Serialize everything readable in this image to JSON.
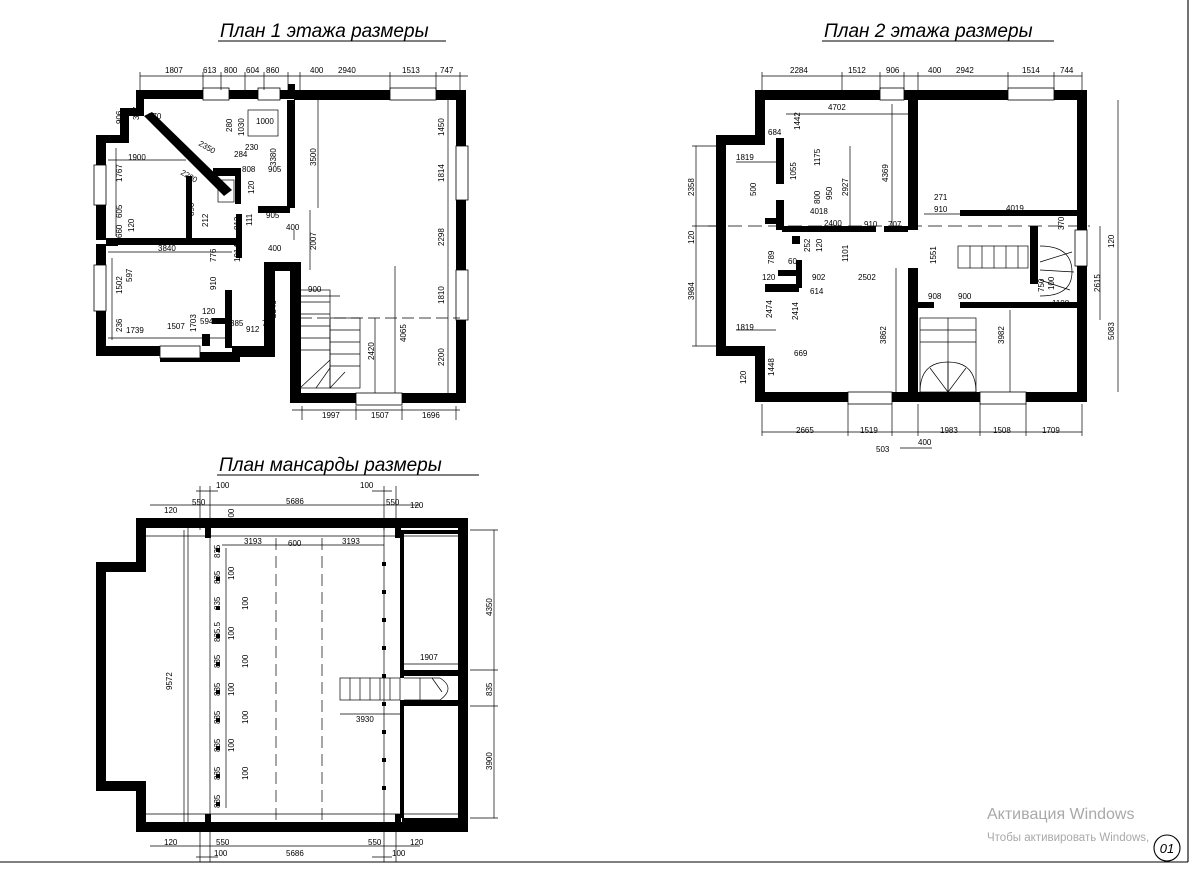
{
  "titles": {
    "plan1": "План 1 этажа размеры",
    "plan2": "План 2 этажа размеры",
    "attic": "План мансарды размеры"
  },
  "sheet_number": "01",
  "watermark": {
    "line1": "Активация Windows",
    "line2": "Чтобы активировать Windows,"
  },
  "dims": {
    "p1": [
      "1807",
      "613",
      "800",
      "604",
      "860",
      "400",
      "2940",
      "1513",
      "747",
      "906",
      "397",
      "870",
      "1000",
      "280",
      "1030",
      "230",
      "3380",
      "2350",
      "284",
      "1900",
      "1767",
      "2280",
      "808",
      "905",
      "120",
      "3500",
      "1450",
      "1814",
      "890",
      "212",
      "905",
      "400",
      "2007",
      "2298",
      "660",
      "605",
      "120",
      "3840",
      "1014",
      "812",
      "111",
      "400",
      "597",
      "1502",
      "910",
      "776",
      "900",
      "2543",
      "1810",
      "4065",
      "2420",
      "1703",
      "120",
      "594",
      "236",
      "1739",
      "1507",
      "385",
      "912",
      "700",
      "2200",
      "1997",
      "1507",
      "1696"
    ],
    "p2": [
      "2284",
      "1512",
      "906",
      "400",
      "2942",
      "1514",
      "744",
      "4702",
      "684",
      "1442",
      "4369",
      "1819",
      "1175",
      "950",
      "1055",
      "2927",
      "500",
      "800",
      "4018",
      "2358",
      "120",
      "271",
      "910",
      "4019",
      "370",
      "2400",
      "910",
      "707",
      "252",
      "120",
      "1101",
      "1551",
      "120",
      "3984",
      "789",
      "902",
      "614",
      "2502",
      "60",
      "120",
      "2615",
      "750",
      "100",
      "1108",
      "2474",
      "2414",
      "3862",
      "908",
      "900",
      "5083",
      "1819",
      "3982",
      "669",
      "1448",
      "120",
      "2665",
      "1519",
      "1983",
      "1508",
      "1709",
      "503",
      "400"
    ],
    "att": [
      "100",
      "100",
      "550",
      "5686",
      "550",
      "120",
      "120",
      "3193",
      "600",
      "3193",
      "100",
      "100",
      "100",
      "835",
      "835",
      "835",
      "835.5",
      "835",
      "835",
      "835",
      "835",
      "835",
      "835",
      "100",
      "100",
      "100",
      "100",
      "100",
      "100",
      "4350",
      "9572",
      "1907",
      "835",
      "3930",
      "3900",
      "120",
      "550",
      "550",
      "120",
      "100",
      "5686",
      "100"
    ]
  }
}
